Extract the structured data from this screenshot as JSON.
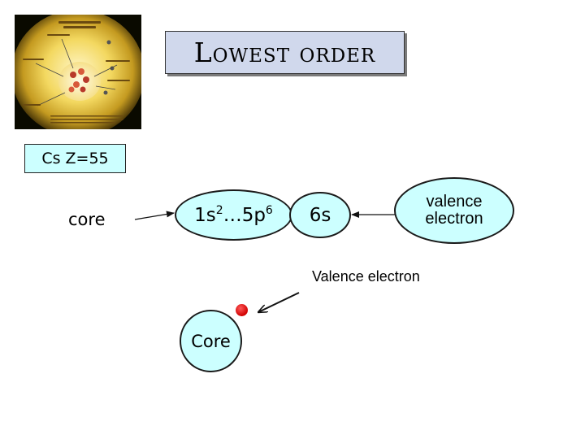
{
  "title": "Lowest order",
  "element": {
    "label": "Cs  Z=55"
  },
  "labels": {
    "core": "core",
    "valence_electron": "Valence electron"
  },
  "configuration": {
    "part1_base": "1s",
    "part1_sup": "2",
    "ellipsis": "…",
    "part2_base": "5p",
    "part2_sup": "6"
  },
  "orbital": {
    "label": "6s"
  },
  "valence_ellipse": {
    "line1": "valence",
    "line2": "electron"
  },
  "core_circle": {
    "label": "Core"
  },
  "colors": {
    "ellipse_fill": "#ccffff",
    "title_fill": "#d0d8ec",
    "electron": "#e00000"
  }
}
